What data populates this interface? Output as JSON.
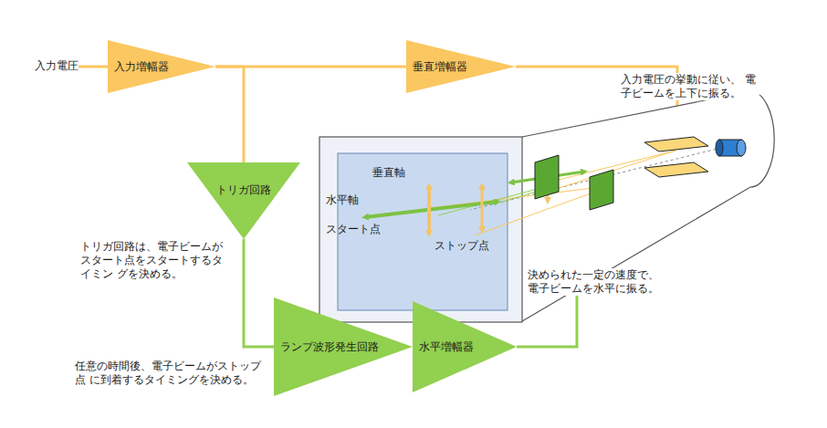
{
  "diagram": {
    "nodes": [
      {
        "text": [
          "入力増幅器"
        ]
      },
      {
        "text": [
          "垂直増幅器"
        ]
      },
      {
        "text": [
          "トリガ回路"
        ]
      },
      {
        "text": [
          "ランプ波形発生回路"
        ]
      },
      {
        "text": [
          "水平増幅器"
        ]
      }
    ],
    "edges": [
      {
        "from": 0,
        "to": 1,
        "arrow": "none"
      },
      {
        "from": 0,
        "to": 2,
        "arrow": "none"
      },
      {
        "from": 2,
        "to": 3,
        "arrow": "none"
      },
      {
        "from": 3,
        "to": 4,
        "arrow": "none"
      }
    ],
    "labels": [
      "入力電圧",
      "入力電圧の挙動に従い、 電子ビームを上下に振る。",
      "トリガ回路は、電子ビームが スタート点をスタートするタイミン グを決める。",
      "決められた一定の速度で、 電子ビームを水平に振る。",
      "任意の時間後、電子ビームがストップ点 に到着するタイミングを決める。",
      "垂直軸",
      "水平軸",
      "スタート点",
      "ストップ点"
    ]
  }
}
